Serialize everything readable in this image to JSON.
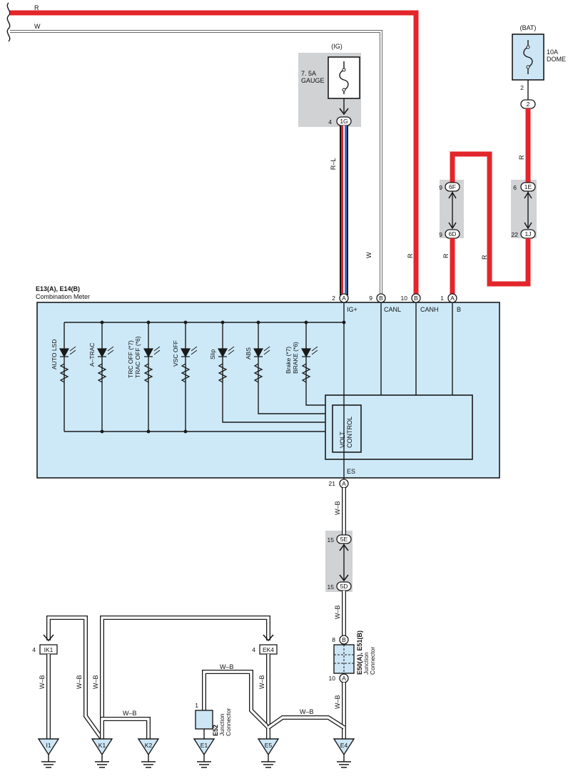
{
  "wires": {
    "top_r": "R",
    "top_w": "W",
    "r_l": "R–L",
    "w": "W",
    "r_canh": "R",
    "r_b": "R",
    "r_loop": "R",
    "r_dome": "R",
    "wb_es": "W–B",
    "wb_5d": "W–B",
    "wb_e50": "W–B",
    "wb_ik1": "W–B",
    "wb_k1a": "W–B",
    "wb_k1b": "W–B",
    "wb_k1k2": "W–B",
    "wb_e52": "W–B",
    "wb_ek4": "W–B",
    "wb_e5e4": "W–B"
  },
  "fuses": {
    "ig_label": "(IG)",
    "gauge_amp": "7. 5A",
    "gauge_name": "GAUGE",
    "bat_label": "(BAT)",
    "dome_amp": "10A",
    "dome_name": "DOME"
  },
  "connectors": {
    "c1g": "1G",
    "c1g_pin": "4",
    "c2": "2",
    "c2_pin": "2",
    "c6f": "6F",
    "c6f_pin": "9",
    "c6d": "6D",
    "c6d_pin": "9",
    "c1e": "1E",
    "c1e_pin": "6",
    "c1j": "1J",
    "c1j_pin": "22",
    "c5e": "5E",
    "c5e_pin": "15",
    "c5d": "5D",
    "c5d_pin": "15",
    "ik1": "IK1",
    "ik1_pin": "4",
    "ek4": "EK4",
    "ek4_pin": "4",
    "e52_pin": "1"
  },
  "meter": {
    "title": "E13(A), E14(B)",
    "subtitle": "Combination Meter",
    "pins": [
      {
        "num": "2",
        "letter": "A",
        "name": "IG+"
      },
      {
        "num": "9",
        "letter": "B",
        "name": "CANL"
      },
      {
        "num": "10",
        "letter": "B",
        "name": "CANH"
      },
      {
        "num": "1",
        "letter": "A",
        "name": "B"
      }
    ],
    "es_pin": {
      "num": "21",
      "letter": "A",
      "name": "ES"
    },
    "indicators": [
      {
        "line1": "AUTO LSD",
        "line2": ""
      },
      {
        "line1": "A–TRAC",
        "line2": ""
      },
      {
        "line1": "TRC OFF (*7)",
        "line2": "TRAC OFF (*6)"
      },
      {
        "line1": "VSC OFF",
        "line2": ""
      },
      {
        "line1": "Slip",
        "line2": ""
      },
      {
        "line1": "ABS",
        "line2": ""
      },
      {
        "line1": "Brake (*7)",
        "line2": "BRAKE (*6)"
      }
    ],
    "volt_line1": "VOLT",
    "volt_line2": "CONTROL"
  },
  "junction_e50": {
    "name": "E50(A), E51(B)",
    "line1": "Junction",
    "line2": "Connector",
    "top_num": "8",
    "top_letter": "B",
    "bot_num": "10",
    "bot_letter": "A"
  },
  "junction_e52": {
    "name": "E52",
    "line1": "Junction",
    "line2": "Connector"
  },
  "grounds": [
    "I1",
    "K1",
    "K2",
    "E1",
    "E5",
    "E4"
  ]
}
